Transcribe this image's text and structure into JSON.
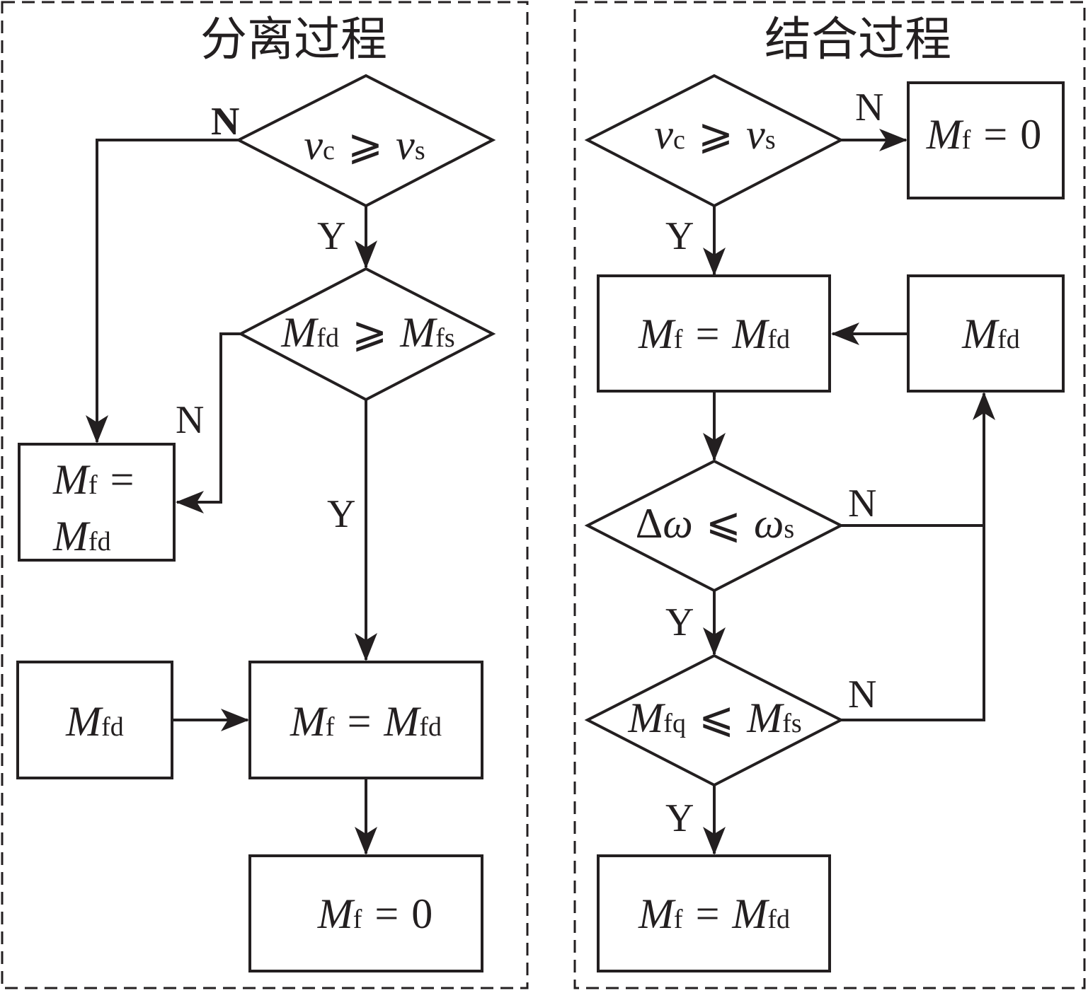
{
  "panels": {
    "left_title": "分离过程",
    "right_title": "结合过程"
  },
  "labels": {
    "yes": "Y",
    "no": "N"
  },
  "left": {
    "d1": {
      "a": "v",
      "as": "c",
      "op": "⩾",
      "b": "v",
      "bs": "s"
    },
    "d2": {
      "a": "M",
      "as": "fd",
      "op": "⩾",
      "b": "M",
      "bs": "fs"
    },
    "box_side": {
      "l1a": "M",
      "l1s": "f",
      "l1op": "=",
      "l2a": "M",
      "l2s": "fd"
    },
    "box_input": {
      "a": "M",
      "as": "fd"
    },
    "box_mid": {
      "a": "M",
      "as": "f",
      "op": "=",
      "b": "M",
      "bs": "fd"
    },
    "box_end": {
      "a": "M",
      "as": "f",
      "op": "=",
      "b": "0"
    }
  },
  "right": {
    "d1": {
      "a": "v",
      "as": "c",
      "op": "⩾",
      "b": "v",
      "bs": "s"
    },
    "box_zero": {
      "a": "M",
      "as": "f",
      "op": "=",
      "b": "0"
    },
    "box_main": {
      "a": "M",
      "as": "f",
      "op": "=",
      "b": "M",
      "bs": "fd"
    },
    "box_input": {
      "a": "M",
      "as": "fd"
    },
    "d2": {
      "a": "Δ",
      "b": "ω",
      "op": "⩽",
      "c": "ω",
      "cs": "s"
    },
    "d3": {
      "a": "M",
      "as": "fq",
      "op": "⩽",
      "b": "M",
      "bs": "fs"
    },
    "box_end": {
      "a": "M",
      "as": "f",
      "op": "=",
      "b": "M",
      "bs": "fd"
    }
  }
}
